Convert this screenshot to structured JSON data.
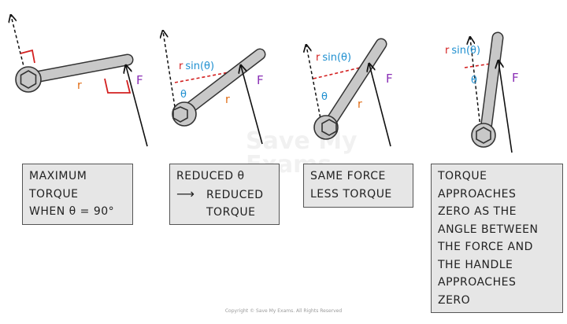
{
  "symbols": {
    "r": "r",
    "F": "F",
    "theta": "θ",
    "rsin_prefix": "r",
    "rsin_text": "sin(θ)"
  },
  "colors": {
    "wrench_fill": "#c8c8c8",
    "outline": "#333333",
    "r_label": "#e06a10",
    "force_label": "#8a2fb5",
    "rsin_prefix": "#d32020",
    "rsin_text": "#1e8fd0",
    "theta": "#1e8fd0",
    "right_angle": "#d32020",
    "rsin_dash": "#d32020",
    "box_fill": "#e6e6e6",
    "box_border": "#555555"
  },
  "boxes": {
    "b1": {
      "lines": [
        "MAXIMUM",
        "TORQUE",
        "WHEN θ = 90°"
      ]
    },
    "b2": {
      "line1": "REDUCED θ",
      "line2": "REDUCED",
      "line3": "TORQUE",
      "arrow": "⟶"
    },
    "b3": {
      "lines": [
        "SAME FORCE",
        "LESS TORQUE"
      ]
    },
    "b4": {
      "lines": [
        "TORQUE",
        "APPROACHES",
        "ZERO AS THE",
        "ANGLE BETWEEN",
        "THE FORCE AND",
        "THE HANDLE",
        "APPROACHES",
        "ZERO"
      ]
    }
  },
  "watermark": {
    "line1": "Save My",
    "line2": "Exams"
  },
  "copyright": "Copyright © Save My Exams. All Rights Reserved"
}
